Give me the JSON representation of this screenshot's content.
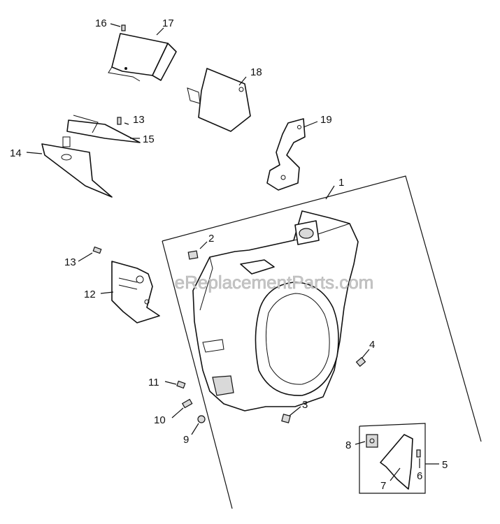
{
  "watermark": "eReplacementParts.com",
  "callouts": [
    "1",
    "2",
    "3",
    "4",
    "5",
    "6",
    "7",
    "8",
    "9",
    "10",
    "11",
    "12",
    "13",
    "13",
    "14",
    "15",
    "16",
    "17",
    "18",
    "19"
  ]
}
